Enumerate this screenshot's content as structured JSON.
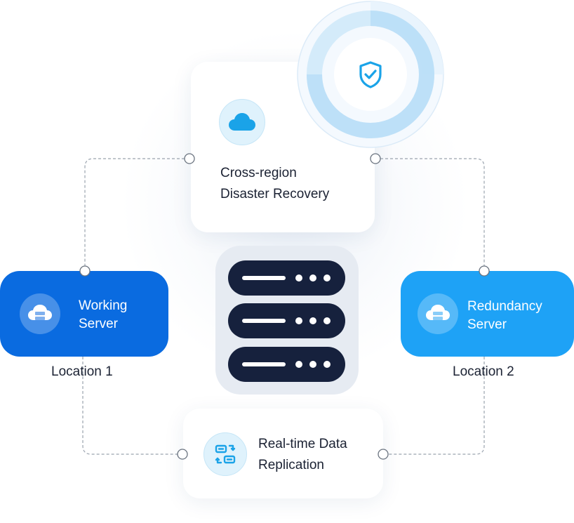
{
  "diagram": {
    "top_card": {
      "icon": "cloud-icon",
      "line1": "Cross-region",
      "line2": "Disaster Recovery"
    },
    "top_badge": {
      "icon": "shield-check-icon"
    },
    "working_server": {
      "icon": "cloud-server-icon",
      "line1": "Working",
      "line2": "Server",
      "location": "Location 1"
    },
    "redundancy_server": {
      "icon": "cloud-server-icon",
      "line1": "Redundancy",
      "line2": "Server",
      "location": "Location 2"
    },
    "center": {
      "icon": "server-rack-icon",
      "units": 3
    },
    "bottom_card": {
      "icon": "replication-icon",
      "line1": "Real-time Data",
      "line2": "Replication"
    },
    "colors": {
      "working": "#0a6be0",
      "redundancy": "#1ea2f6",
      "rack": "#16213d",
      "accent": "#1aa3e8",
      "text": "#1b2233"
    }
  }
}
